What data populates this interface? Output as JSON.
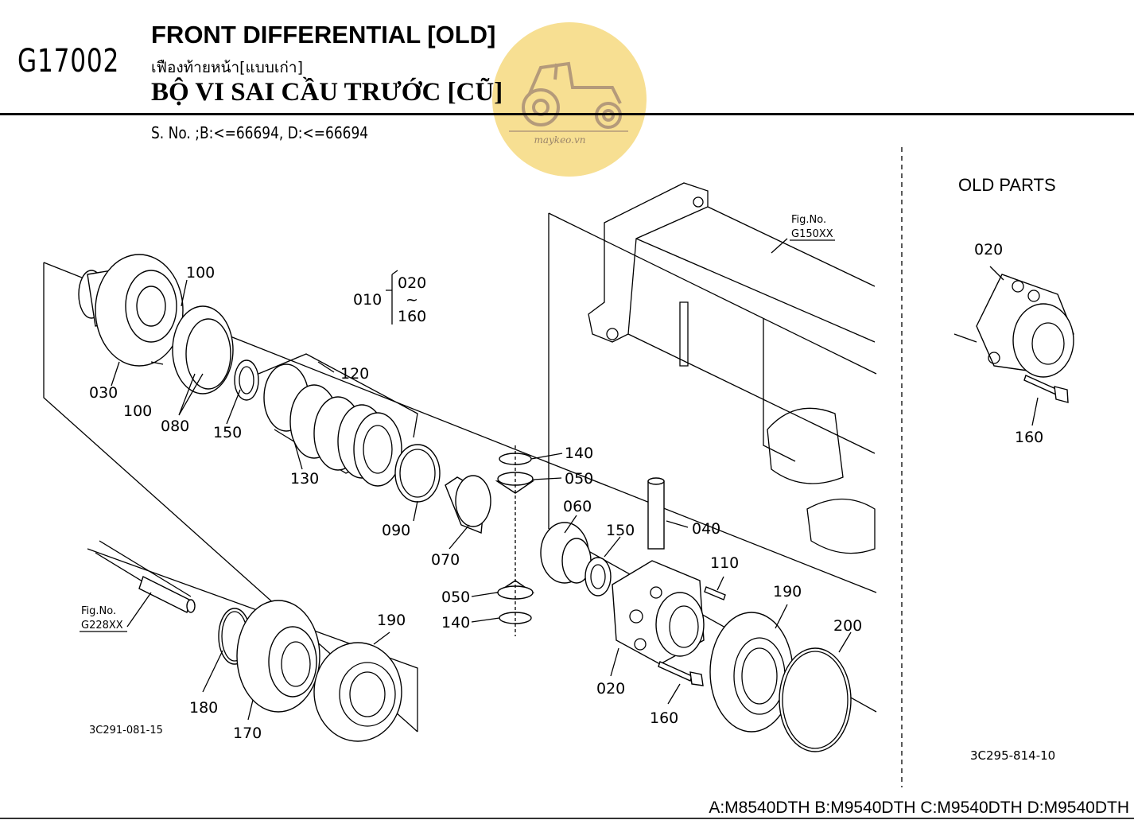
{
  "header": {
    "code": "G17002",
    "title_en": "FRONT DIFFERENTIAL [OLD]",
    "title_th": "เฟืองท้ายหน้า[แบบเก่า]",
    "title_vi": "BỘ VI SAI CẦU TRƯỚC [CŨ]",
    "serial": "S. No. ;B:<=66694, D:<=66694"
  },
  "watermark": {
    "text": "maykeo.vn",
    "color": "#f7df92"
  },
  "old_parts": {
    "title": "OLD PARTS",
    "labels": [
      "020",
      "160"
    ],
    "ref_code": "3C295-814-10"
  },
  "diagram": {
    "ref_code": "3C291-081-15",
    "fig_refs": [
      {
        "line1": "Fig.No.",
        "line2": "G150XX"
      },
      {
        "line1": "Fig.No.",
        "line2": "G228XX"
      }
    ],
    "assembly": {
      "id": "010",
      "from": "020",
      "to": "160",
      "tilde": "~"
    },
    "part_labels": [
      "100",
      "030",
      "100",
      "080",
      "150",
      "120",
      "130",
      "090",
      "140",
      "050",
      "060",
      "070",
      "150",
      "040",
      "110",
      "050",
      "140",
      "190",
      "200",
      "020",
      "160",
      "180",
      "170",
      "190"
    ]
  },
  "footer": {
    "models": "A:M8540DTH B:M9540DTH C:M9540DTH D:M9540DTH"
  }
}
